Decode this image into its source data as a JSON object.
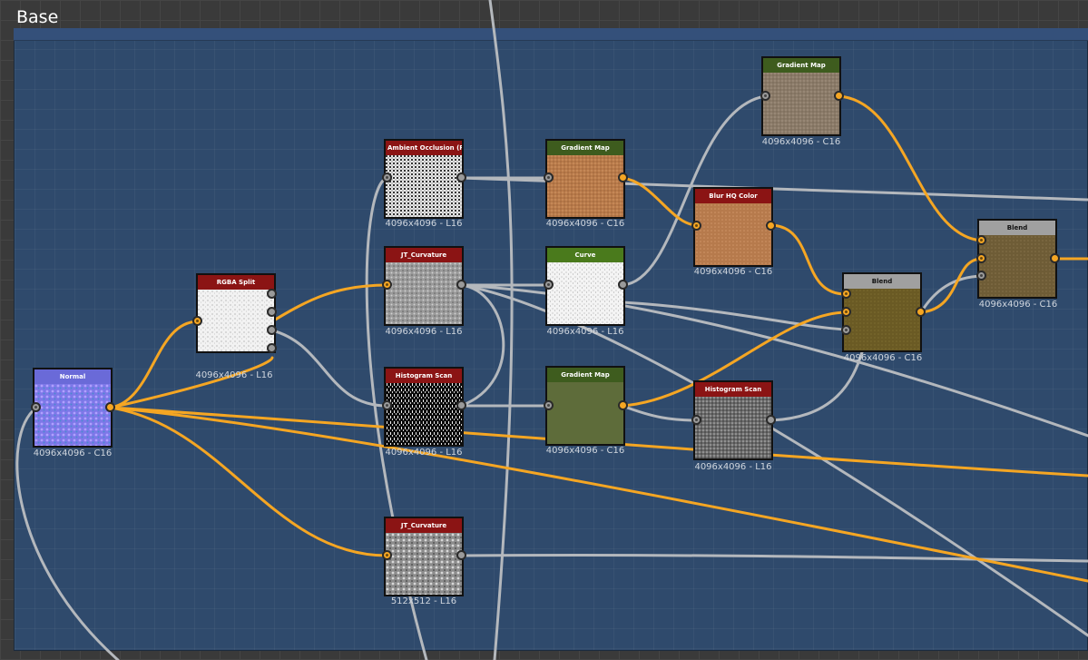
{
  "frame": {
    "title": "Base"
  },
  "nodes": {
    "normal": {
      "title": "Normal",
      "resolution": "4096x4096 - C16"
    },
    "rgba_split": {
      "title": "RGBA Split",
      "resolution": "4096x4096 - L16"
    },
    "ao": {
      "title": "Ambient Occlusion (RT...",
      "resolution": "4096x4096 - L16"
    },
    "curvature1": {
      "title": "JT_Curvature",
      "resolution": "4096x4096 - L16"
    },
    "histogram1": {
      "title": "Histogram Scan",
      "resolution": "4096x4096 - L16"
    },
    "curvature2": {
      "title": "JT_Curvature",
      "resolution": "512x512 - L16"
    },
    "gradient1": {
      "title": "Gradient Map",
      "resolution": "4096x4096 - C16"
    },
    "curve": {
      "title": "Curve",
      "resolution": "4096x4096 - L16"
    },
    "gradient2": {
      "title": "Gradient Map",
      "resolution": "4096x4096 - C16"
    },
    "blur": {
      "title": "Blur HQ Color",
      "resolution": "4096x4096 - C16"
    },
    "histogram2": {
      "title": "Histogram Scan",
      "resolution": "4096x4096 - L16"
    },
    "gradient_top": {
      "title": "Gradient Map",
      "resolution": "4096x4096 - C16"
    },
    "blend1": {
      "title": "Blend",
      "resolution": "4096x4096 - C16"
    },
    "blend2": {
      "title": "Blend",
      "resolution": "4096x4096 - C16"
    }
  },
  "colors": {
    "color_wire": "#f5a623",
    "gray_wire": "#b4b8bd",
    "header_red": "#8b1414",
    "header_green": "#3e5c1e",
    "header_bright_green": "#4a7a1c",
    "header_blue": "#6a6ad8",
    "header_gray": "#a0a0a0"
  },
  "icons": {
    "port_color": "color-port-icon",
    "port_gray": "grayscale-port-icon"
  }
}
